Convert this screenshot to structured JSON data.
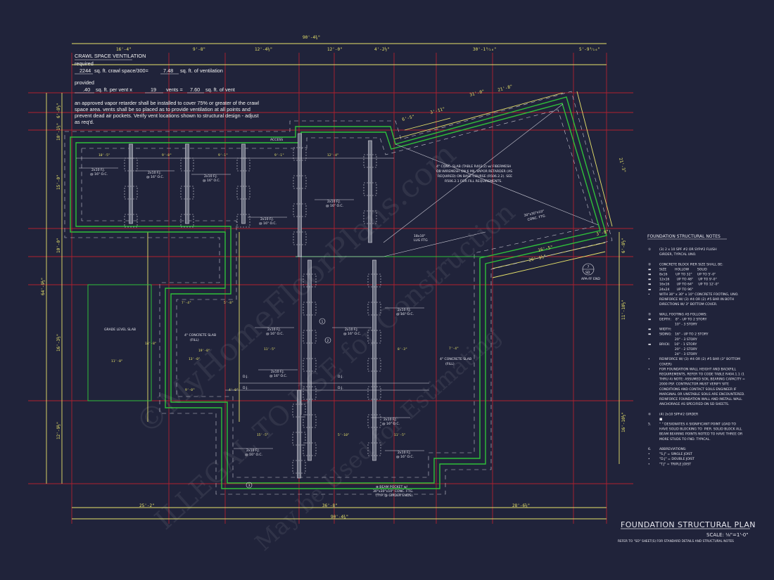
{
  "colors": {
    "background": "#20233a",
    "wall": "#2fbf3a",
    "grid": "#c8202e",
    "dimension": "#e8e36a",
    "linework": "#e6e6ee"
  },
  "watermark": [
    "©MyHomeFloorPlans.com",
    "ILLEGAL TO USE for Construction",
    "May be Used for Estimating"
  ],
  "ventilation": {
    "title": "CRAWL SPACE VENTILATION",
    "required_label": "required",
    "crawl_area": "2244",
    "crawl_text": "sq. ft. crawl space/300=",
    "vent_required": "7.48",
    "vent_required_text": "sq. ft. of ventilation",
    "provided_label": "provided",
    "per_vent": ".40",
    "per_vent_text": "sq. ft. per vent x",
    "vent_count": "19",
    "vents_text": "vents =",
    "vent_total": "7.60",
    "vent_total_text": "sq. ft. of vent",
    "note_lines": [
      "an approved vapor retarder shall be installed to cover 75% or greater of the crawl",
      "space area. vents shall be so placed as to provide ventilation at all points and",
      "prevent dead air pockets. Verify vent locations shown to structural design - adjust",
      "as req'd."
    ]
  },
  "dimensions": {
    "top_overall": "90'-4¾\"",
    "top": [
      "16'-4\"",
      "9'-8\"",
      "12'-4½\"",
      "12'-0\"",
      "4'-2½\"",
      "30'-1³⁄₁₆\"",
      "5'-9³⁄₁₆\""
    ],
    "bottom": [
      "25'-2\"",
      "36'-8\"",
      "28'-6⅝\""
    ],
    "bottom_overall": "90'-4¾\"",
    "left_overall": "64'-9½\"",
    "left": [
      "6'-8½\"",
      "10'-1½\"",
      "15'-0\"",
      "10'-0\"",
      "16'-3½\"",
      "12'-9½\""
    ],
    "right": [
      "21'-3\"",
      "6'-8½\"",
      "11'-10½\"",
      "16'-10½\""
    ],
    "angled": [
      "31'-0\"",
      "21'-8\"",
      "6'-5\"",
      "3'-11\"",
      "16'-5\"",
      "26'-1½\"",
      "3'-8\""
    ],
    "interior": [
      "10'-5\"",
      "9'-8\"",
      "9'-1\"",
      "9'-1\"",
      "12'-4\"",
      "7'-4\"",
      "5'-8\"",
      "14'-8\"",
      "19'-0\"",
      "13'-0\"",
      "11'-0\"",
      "9'-0\"",
      "4'-0\"",
      "11'-5\"",
      "8'-3\"",
      "7'-4\"",
      "15'-5\"",
      "5'-10\"",
      "11'-5\""
    ]
  },
  "labels": {
    "access": "ACCESS",
    "grade_slab": "GRADE LEVEL SLAB",
    "slab_left": [
      "4\" CONCRETE SLAB",
      "(FILL)"
    ],
    "slab_right": [
      "4\" CONCRETE SLAB",
      "(FILL)"
    ],
    "joist": [
      "2x10 F.J.",
      "@ 16\" O.C."
    ],
    "dj": "D.J.",
    "slab_note": [
      "4\" CONC. SLAB (TABLE R402.2) w/ FIBERMESH",
      "OR WIREMESH ON 6 MIL VAPOR RETARDER (AS",
      "REQUIRED) ON BASE COURSE (R506.2.2). SEE",
      "R506.2.1 FOR FILL REQUIREMENTS."
    ],
    "ftg": [
      "30\"x30\"x10\"",
      "CONC. FTG."
    ],
    "lug_ftg": [
      "18x10\"",
      "LUG FTG"
    ],
    "beam_pocket": [
      "⊕ BEAM POCKET w/",
      "30\"x30\"x10\" CONC. FTG.",
      "(TYP. @ GIRDER ENDS)."
    ],
    "callouts": [
      "1",
      "2",
      "3"
    ],
    "section": [
      "7",
      "SD"
    ],
    "section_note": "APA-FF END"
  },
  "notes": {
    "title": "FOUNDATION STRUCTURAL NOTES",
    "lines": [
      [
        "①",
        "(3) 2 x 10 SPF #2 OR SYP#2 FLUSH"
      ],
      [
        "",
        "GIRDER, TYPICAL UNO."
      ],
      [
        "",
        ""
      ],
      [
        "②",
        "CONCRETE BLOCK PIER SIZE SHALL BE:"
      ],
      [
        "▬",
        "SIZE        HOLLOW        SOLID"
      ],
      [
        "▬",
        "8x16        UP TO 32\"     UP TO 5'-0\""
      ],
      [
        "▬",
        "12x16       UP TO 48\"     UP TO 9'-0\""
      ],
      [
        "▬",
        "16x16       UP TO 64\"     UP TO 12'-0\""
      ],
      [
        "▬",
        "24x24       UP TO 96\""
      ],
      [
        "•",
        "WITH 30\" x 30\" x 10\" CONCRETE FOOTING, UNO."
      ],
      [
        "",
        "REINFORCE W/ (3) #4 OR (2) #5 BAR IN BOTH"
      ],
      [
        "",
        "DIRECTIONS W/ 3\" BOTTOM COVER."
      ],
      [
        "",
        ""
      ],
      [
        "③",
        "WALL FOOTING AS FOLLOWS:"
      ],
      [
        "▬",
        "DEPTH:    8\" - UP TO 2 STORY"
      ],
      [
        "",
        "               10\" - 3 STORY"
      ],
      [
        "▬",
        "WIDTH:"
      ],
      [
        "▬",
        "SIDING:   16\" - UP TO 2 STORY"
      ],
      [
        "",
        "               20\" - 3 STORY"
      ],
      [
        "▬",
        "BRICK:    16\" - 1 STORY"
      ],
      [
        "",
        "               20\" - 2 STORY"
      ],
      [
        "",
        "               24\" - 3 STORY"
      ],
      [
        "•",
        "REINFORCE W/ (3) #4 OR (2) #5 BAR (3\" BOTTOM"
      ],
      [
        "",
        "COVER)"
      ],
      [
        "•",
        "FOR FOUNDATION WALL HEIGHT AND BACKFILL"
      ],
      [
        "",
        "REQUIREMENTS, REFER TO CODE TABLE R404.1.1 (1"
      ],
      [
        "",
        "THRU 4) NOTE: ASSUMED SOIL BEARING CAPACITY ="
      ],
      [
        "",
        "2000 PSF. CONTRACTOR MUST VERIFY SITE"
      ],
      [
        "",
        "CONDITIONS AND CONTACT SOILS ENGINEER IF"
      ],
      [
        "",
        "MARGINAL OR UNSTABLE SOILS ARE ENCOUNTERED."
      ],
      [
        "",
        "REINFORCE FOUNDATION WALL AND INSTALL WALL"
      ],
      [
        "",
        "ANCHORAGE AS SPECIFIED ON SD SHEETS."
      ],
      [
        "",
        ""
      ],
      [
        "④",
        "(4) 2x10 SPF#2 GIRDER"
      ],
      [
        "",
        "■"
      ],
      [
        "5.",
        "\" \" DESIGNATES A SIGNIFICANT POINT LOAD TO"
      ],
      [
        "",
        "HAVE SOLID BLOCKING TO  PIER. SOLID BLOCK ALL"
      ],
      [
        "",
        "BEAM BEARING POINTS NOTED TO HAVE THREE OR"
      ],
      [
        "",
        "MORE STUDS TO FND. TYPICAL."
      ],
      [
        "",
        ""
      ],
      [
        "6.",
        "ABBREVIATIONS:"
      ],
      [
        "•",
        "\"S.J\" = SINGLE JOIST"
      ],
      [
        "•",
        "\"D.J\" = DOUBLE JOIST"
      ],
      [
        "•",
        "\"T.J\" = TRIPLE JOIST"
      ]
    ]
  },
  "title_block": {
    "title": "FOUNDATION STRUCTURAL PLAN",
    "scale": "SCALE: ⅛\"=1'-0\"",
    "reference": "REFER TO \"SD\" SHEET(S) FOR STANDARD DETAILS AND STRUCTURAL NOTES"
  }
}
